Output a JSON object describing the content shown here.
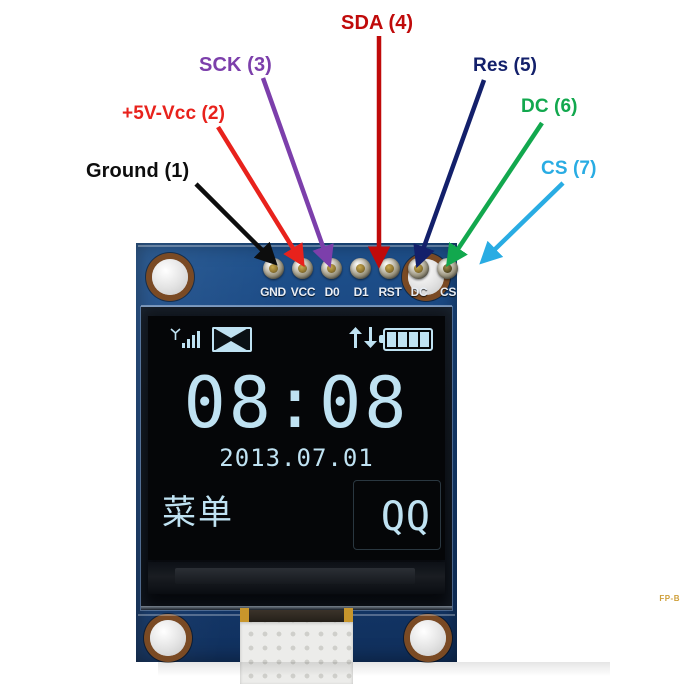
{
  "page": {
    "subject": "0.96 inch OLED display module pinout photo",
    "background_color": "#ffffff"
  },
  "callouts": [
    {
      "id": "ground",
      "label": "Ground (1)",
      "color": "#0d0d0d",
      "pin": "GND"
    },
    {
      "id": "vcc",
      "label": "+5V-Vcc (2)",
      "color": "#e8221c",
      "pin": "VCC"
    },
    {
      "id": "sck",
      "label": "SCK (3)",
      "color": "#7c3fab",
      "pin": "D0"
    },
    {
      "id": "sda",
      "label": "SDA (4)",
      "color": "#c00a0a",
      "pin": "D1"
    },
    {
      "id": "res",
      "label": "Res (5)",
      "color": "#13206b",
      "pin": "RST"
    },
    {
      "id": "dc",
      "label": "DC (6)",
      "color": "#12a84e",
      "pin": "DC"
    },
    {
      "id": "cs",
      "label": "CS (7)",
      "color": "#29ace3",
      "pin": "CS"
    }
  ],
  "board": {
    "pcb_color": "#1a4781",
    "pin_labels": [
      "GND",
      "VCC",
      "D0",
      "D1",
      "RST",
      "DC",
      "CS"
    ],
    "silkscreen_mark": "FP-B",
    "mounting_holes": 4
  },
  "oled": {
    "status_bar": {
      "signal_icon": "signal-bars-icon",
      "message_icon": "envelope-icon",
      "data_icon": "up-down-arrows-icon",
      "battery_icon": "battery-full-icon",
      "signal_bars": 4,
      "battery_cells": 4
    },
    "time": "08:08",
    "date": "2013.07.01",
    "left_softkey": "菜单",
    "right_softkey": "QQ",
    "glow_color": "#bfe2f2",
    "background_color": "#050608"
  }
}
